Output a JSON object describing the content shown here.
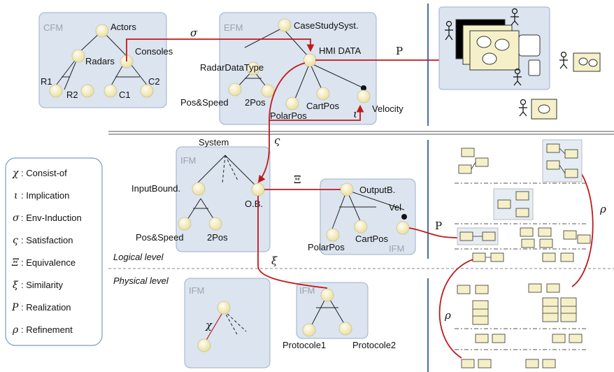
{
  "panels": {
    "cfm": "CFM",
    "efm": "EFM",
    "ifm_logical": "IFM",
    "ifm_output": "IFM",
    "ifm_physical_left": "IFM",
    "ifm_physical_right": "IFM"
  },
  "nodes": {
    "actors": "Actors",
    "radars": "Radars",
    "consoles": "Consoles",
    "r1": "R1",
    "r2": "R2",
    "c1": "C1",
    "c2": "C2",
    "case_study": "CaseStudySyst.",
    "hmi_data": "HMI DATA",
    "radar_data_type": "RadarDataType",
    "pos_speed": "Pos&Speed",
    "two_pos": "2Pos",
    "polar_pos": "PolarPos",
    "cart_pos": "CartPos",
    "velocity": "Velocity",
    "system": "System",
    "input_bound": "InputBound.",
    "ob": "O.B.",
    "ifm_pos_speed": "Pos&Speed",
    "ifm_two_pos": "2Pos",
    "output_b": "OutputB.",
    "vel": "Vel",
    "ifm_polar_pos": "PolarPos",
    "ifm_cart_pos": "CartPos",
    "protocole1": "Protocole1",
    "protocole2": "Protocole2"
  },
  "relations": {
    "sigma": "σ",
    "iota": "ι",
    "varsigma": "ς",
    "xi_upper": "Ξ",
    "xi_lower": "ξ",
    "p_top": "P",
    "p_mid": "P",
    "rho_right": "ρ",
    "rho_left": "ρ",
    "chi": "χ"
  },
  "levels": {
    "logical": "Logical level",
    "physical": "Physical level"
  },
  "legend": [
    {
      "symbol": "χ",
      "label": ": Consist-of"
    },
    {
      "symbol": "ι",
      "label": ": Implication"
    },
    {
      "symbol": "σ",
      "label": ": Env-Induction"
    },
    {
      "symbol": "ς",
      "label": ": Satisfaction"
    },
    {
      "symbol": "Ξ",
      "label": " : Equivalence"
    },
    {
      "symbol": "ξ",
      "label": ": Similarity"
    },
    {
      "symbol": "P",
      "label": ": Realization"
    },
    {
      "symbol": "ρ",
      "label": ": Refinement"
    }
  ],
  "colors": {
    "panel_fill": "#dbe4ef",
    "relation_red": "#c0191c",
    "node_fill": "#f3edc0"
  }
}
